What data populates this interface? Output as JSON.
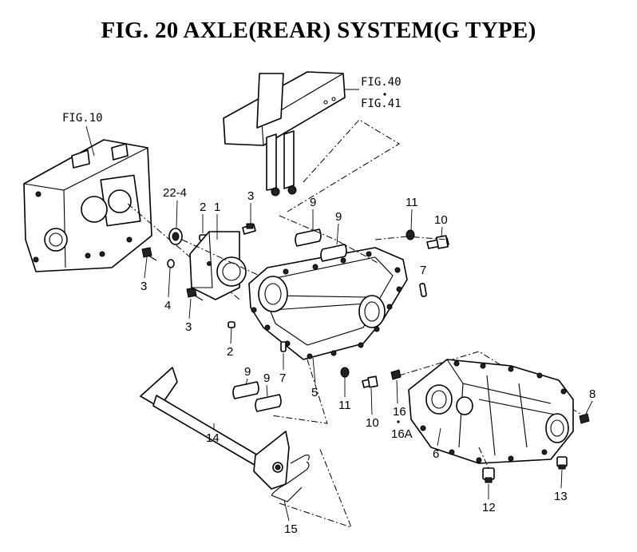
{
  "title": "FIG. 20  AXLE(REAR) SYSTEM(G TYPE)",
  "refs": {
    "fig10": "FIG.10",
    "fig40": "FIG.40",
    "fig41": "FIG.41"
  },
  "callouts": {
    "p1": "1",
    "p2a": "2",
    "p2b": "2",
    "p3a": "3",
    "p3b": "3",
    "p3c": "3",
    "p4": "4",
    "p5": "5",
    "p6": "6",
    "p7a": "7",
    "p7b": "7",
    "p8": "8",
    "p9a": "9",
    "p9b": "9",
    "p9c": "9",
    "p9d": "9",
    "p10a": "10",
    "p10b": "10",
    "p11a": "11",
    "p11b": "11",
    "p12": "12",
    "p13": "13",
    "p14": "14",
    "p15": "15",
    "p16": "16",
    "p16a": "16A",
    "p22_4": "22-4"
  }
}
